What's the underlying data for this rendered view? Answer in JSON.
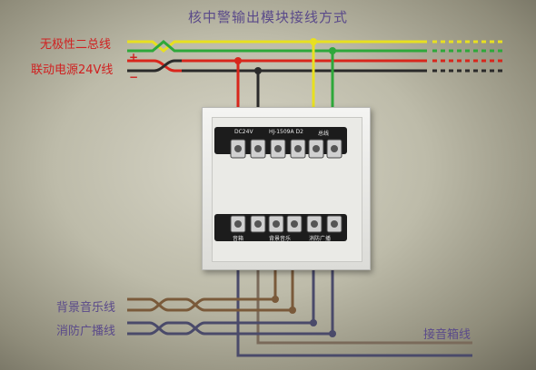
{
  "title": "核中警输出模块接线方式",
  "labels": {
    "bus": "无极性二总线",
    "power": "联动电源24V线",
    "plus": "+",
    "minus": "−",
    "bg_music": "背景音乐线",
    "fire_broadcast": "消防广播线",
    "speaker_box": "接音箱线"
  },
  "module": {
    "top_labels": [
      "DC24V",
      "HJ-1509A D2",
      "总线"
    ],
    "bottom_labels": [
      "音箱",
      "背景音乐",
      "消防广播"
    ]
  },
  "colors": {
    "bus": "#e8e020",
    "bus2": "#2ea83a",
    "power_pos": "#d8261c",
    "power_neg": "#2a2a2a",
    "music": "#7a5a3a",
    "fire": "#4a4a6a",
    "label": "#5a4a8a"
  }
}
